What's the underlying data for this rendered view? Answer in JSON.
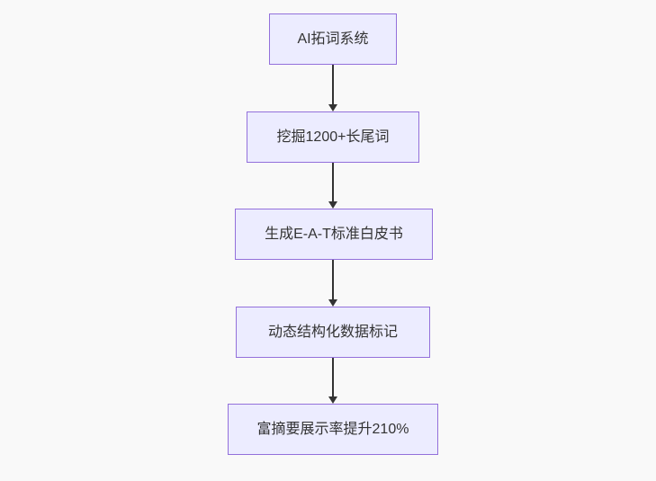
{
  "diagram": {
    "type": "flowchart",
    "direction": "top-down",
    "nodes": [
      {
        "id": "node-1",
        "label": "AI拓词系统"
      },
      {
        "id": "node-2",
        "label": "挖掘1200+长尾词"
      },
      {
        "id": "node-3",
        "label": "生成E-A-T标准白皮书"
      },
      {
        "id": "node-4",
        "label": "动态结构化数据标记"
      },
      {
        "id": "node-5",
        "label": "富摘要展示率提升210%"
      }
    ],
    "edges": [
      {
        "from": "AI拓词系统",
        "to": "挖掘1200+长尾词"
      },
      {
        "from": "挖掘1200+长尾词",
        "to": "生成E-A-T标准白皮书"
      },
      {
        "from": "生成E-A-T标准白皮书",
        "to": "动态结构化数据标记"
      },
      {
        "from": "动态结构化数据标记",
        "to": "富摘要展示率提升210%"
      }
    ],
    "colors": {
      "node_fill": "#ECECFF",
      "node_border": "#9370DB",
      "arrow": "#333333",
      "text": "#333333",
      "background": "#f9f9f9"
    }
  }
}
